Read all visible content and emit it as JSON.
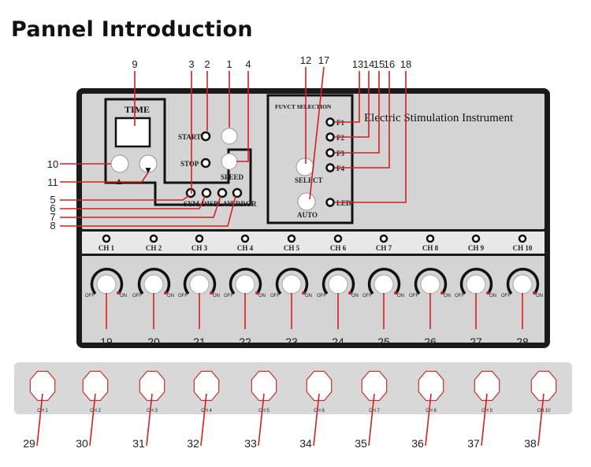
{
  "title": "Pannel Introduction",
  "panel": {
    "time_label": "TIME",
    "start_label": "START",
    "stop_label": "STOP",
    "speed_label": "SPEED",
    "sym_label": "SYM",
    "display_label": "DISPLAY",
    "error_label": "ERROR",
    "func_selection_label": "FUVCT SELECTION",
    "f_labels": [
      "F1",
      "F2",
      "F3",
      "F4"
    ],
    "select_label": "SELECT",
    "auto_label": "AUTO",
    "led_label": "LED",
    "instrument_name": "Electric Stimulation Instrument",
    "up_arrow": "▲",
    "down_arrow": "▼"
  },
  "channels": [
    "CH 1",
    "CH 2",
    "CH 3",
    "CH 4",
    "CH 5",
    "CH 6",
    "CH 7",
    "CH 8",
    "CH 9",
    "CH 10"
  ],
  "knob_off": "OFF",
  "knob_on": "ON",
  "top_callouts": [
    "9",
    "3",
    "2",
    "1",
    "4",
    "12",
    "17",
    "13",
    "14",
    "15",
    "16",
    "18"
  ],
  "left_callouts": [
    "10",
    "11",
    "5",
    "6",
    "7",
    "8"
  ],
  "knob_callouts": [
    "19",
    "20",
    "21",
    "22",
    "23",
    "24",
    "25",
    "26",
    "27",
    "28"
  ],
  "socket_callouts": [
    "29",
    "30",
    "31",
    "32",
    "33",
    "34",
    "35",
    "36",
    "37",
    "38"
  ]
}
